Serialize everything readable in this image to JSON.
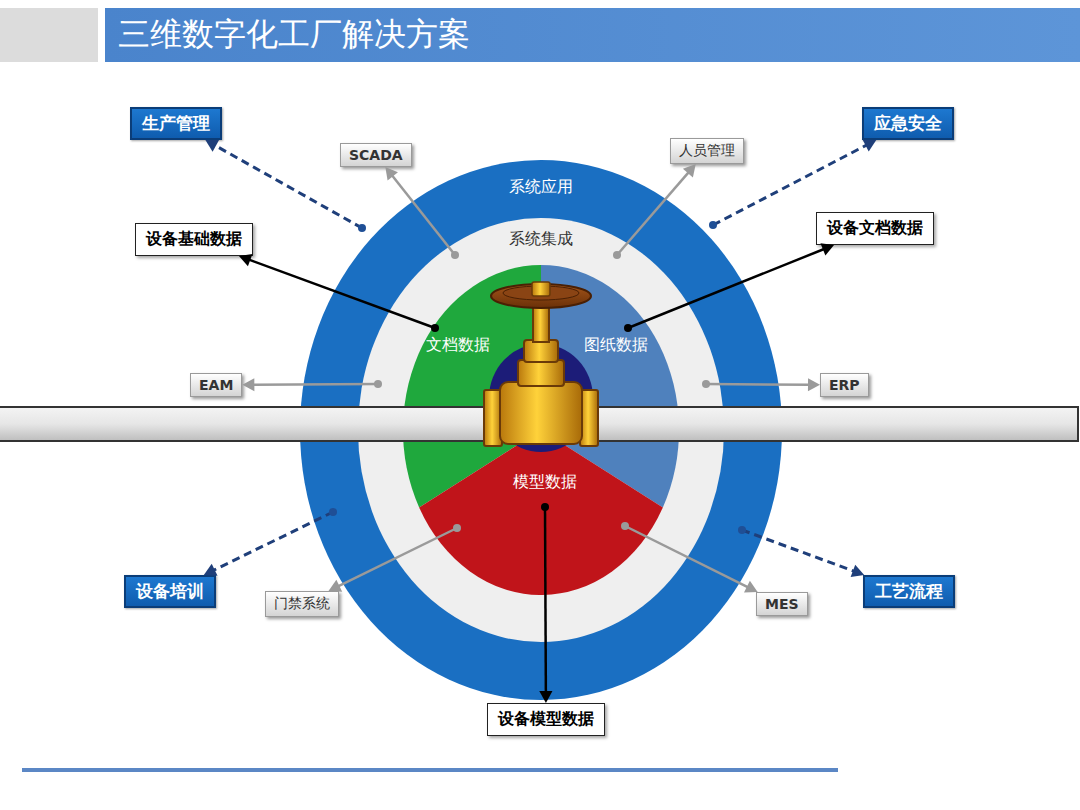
{
  "diagram": {
    "title": "三维数字化工厂解决方案",
    "nodes": [
      {
        "text": [
          "生产管理"
        ]
      },
      {
        "text": [
          "SCADA"
        ]
      },
      {
        "text": [
          "人员管理"
        ]
      },
      {
        "text": [
          "应急安全"
        ]
      },
      {
        "text": [
          "设备基础数据"
        ]
      },
      {
        "text": [
          "系统应用"
        ]
      },
      {
        "text": [
          "系统集成"
        ],
        "in": 5
      },
      {
        "text": [
          "文档数据"
        ],
        "in": 6
      },
      {
        "text": [
          "图纸数据"
        ],
        "in": 6
      },
      {
        "text": [
          "模型数据"
        ],
        "in": 6
      },
      {
        "text": [
          "设备文档数据"
        ]
      },
      {
        "text": [
          "EAM"
        ]
      },
      {
        "text": [
          "ERP"
        ]
      },
      {
        "text": [
          "设备培训"
        ]
      },
      {
        "text": [
          "门禁系统"
        ]
      },
      {
        "text": [
          "MES"
        ]
      },
      {
        "text": [
          "工艺流程"
        ]
      },
      {
        "text": [
          "设备模型数据"
        ]
      }
    ],
    "edges": [
      {
        "from": 5,
        "to": 0,
        "arrow": "to"
      },
      {
        "from": 5,
        "to": 3,
        "arrow": "to"
      },
      {
        "from": 5,
        "to": 13,
        "arrow": "to"
      },
      {
        "from": 5,
        "to": 16,
        "arrow": "to"
      },
      {
        "from": 6,
        "to": 1,
        "arrow": "to"
      },
      {
        "from": 6,
        "to": 2,
        "arrow": "to"
      },
      {
        "from": 6,
        "to": 11,
        "arrow": "to"
      },
      {
        "from": 6,
        "to": 12,
        "arrow": "to"
      },
      {
        "from": 6,
        "to": 14,
        "arrow": "to"
      },
      {
        "from": 6,
        "to": 15,
        "arrow": "to"
      },
      {
        "from": 7,
        "to": 4,
        "arrow": "to"
      },
      {
        "from": 8,
        "to": 10,
        "arrow": "to"
      },
      {
        "from": 9,
        "to": 17,
        "arrow": "to"
      }
    ]
  }
}
